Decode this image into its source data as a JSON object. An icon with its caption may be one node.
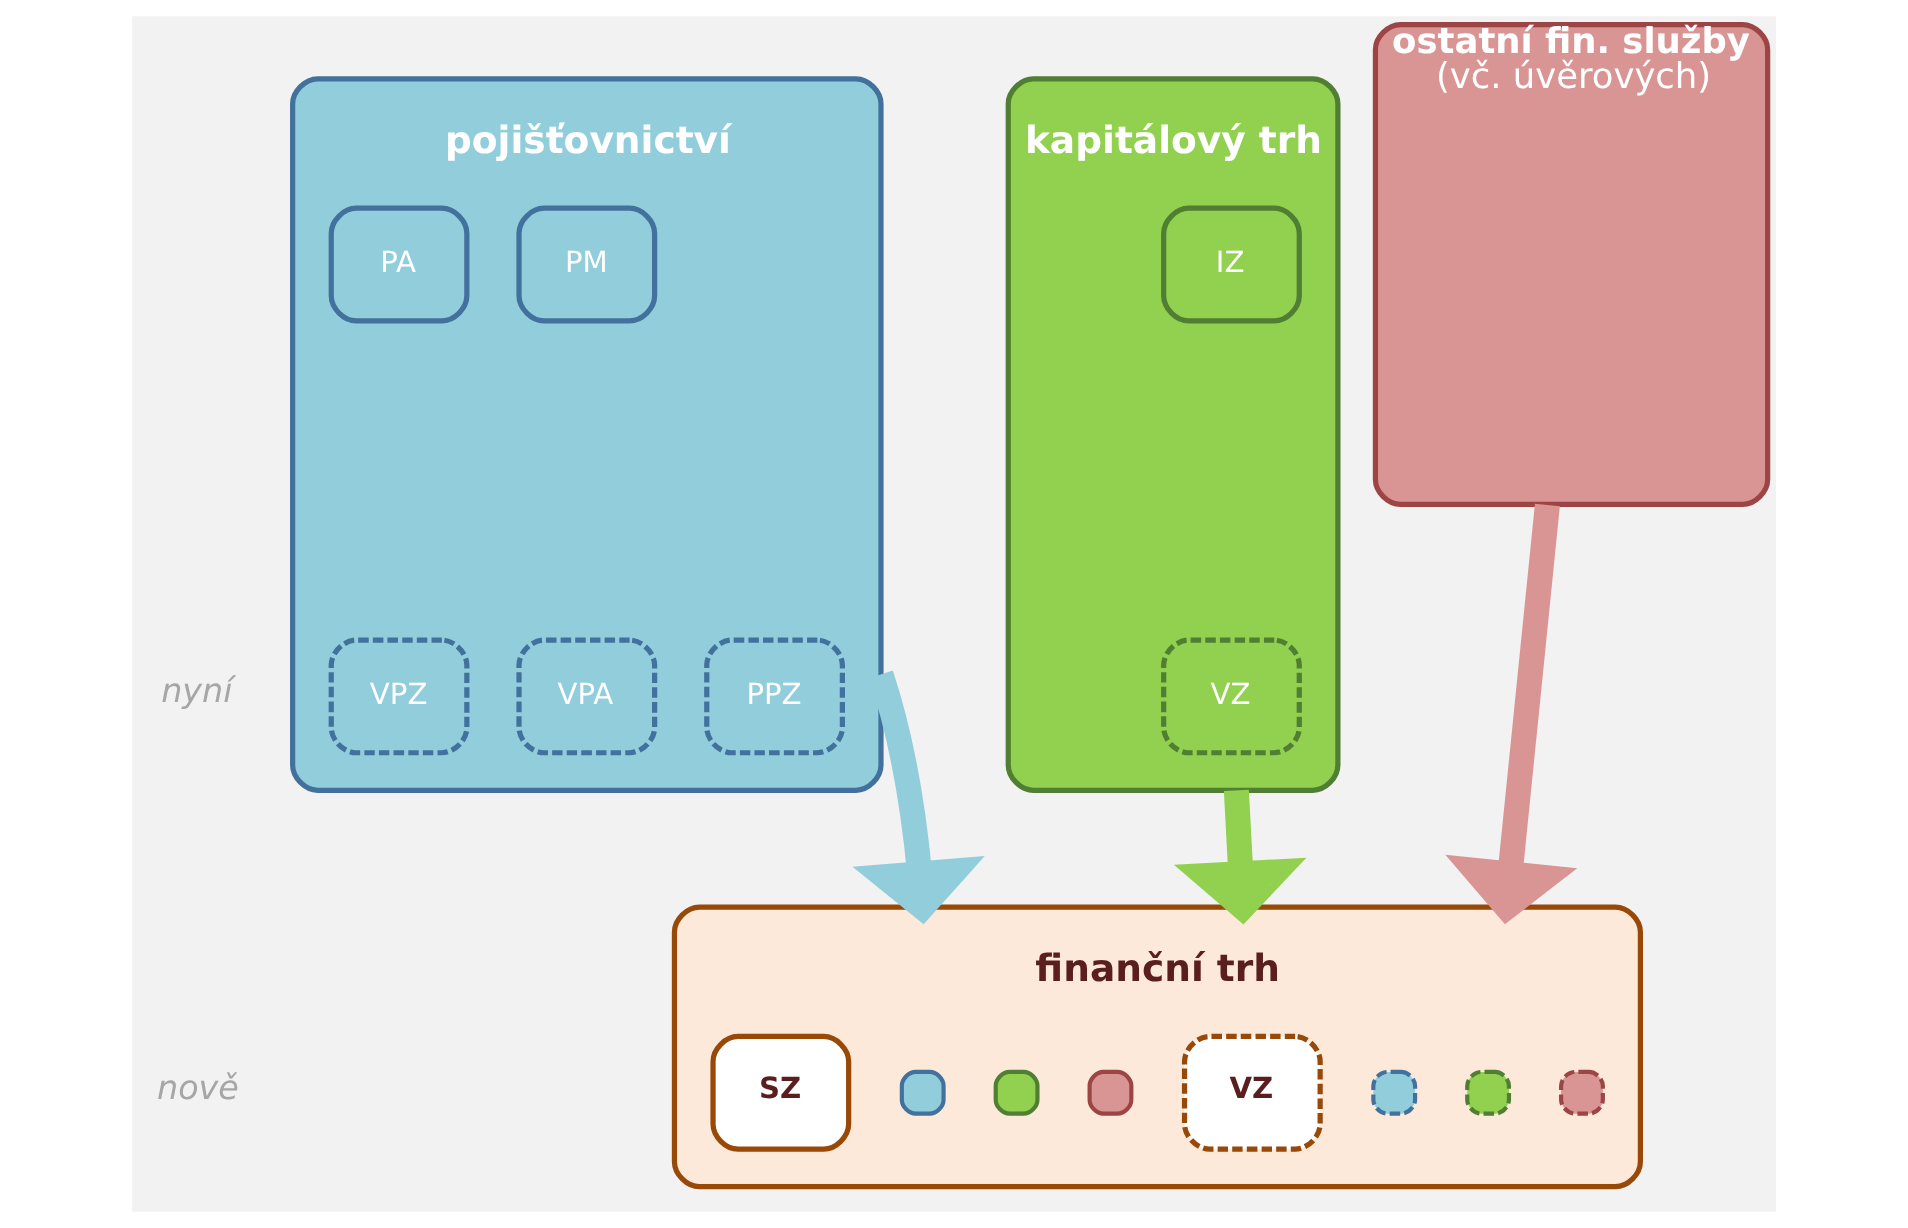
{
  "diagram": {
    "nodes": [
      {
        "text": [
          "pojišťovnictví"
        ]
      },
      {
        "text": [
          "PM"
        ],
        "in": 0
      },
      {
        "text": [
          "PA"
        ],
        "in": 0
      },
      {
        "text": [
          "VPA"
        ],
        "in": 0
      },
      {
        "text": [
          "VPZ"
        ],
        "in": 0
      },
      {
        "text": [
          "PPZ"
        ],
        "in": 0
      },
      {
        "text": [
          "kapitálový trh"
        ]
      },
      {
        "text": [
          "IZ"
        ],
        "in": 6
      },
      {
        "text": [
          "VZ"
        ],
        "in": 6
      },
      {
        "text": [
          "ostatní fin. služby",
          "(vč. úvěrových)"
        ]
      },
      {
        "text": [
          "finanční trh"
        ]
      },
      {
        "text": [
          "SZ"
        ],
        "in": 10
      },
      {
        "text": [],
        "shape": "box",
        "in": 10
      },
      {
        "text": [],
        "shape": "box",
        "in": 10
      },
      {
        "text": [],
        "shape": "box",
        "in": 10
      },
      {
        "text": [
          "VZ"
        ],
        "in": 10
      },
      {
        "text": [],
        "shape": "box",
        "in": 10
      },
      {
        "text": [],
        "shape": "box",
        "in": 10
      },
      {
        "text": [],
        "shape": "box",
        "in": 10
      }
    ],
    "edges": [
      {
        "from": 0,
        "to": 10,
        "arrow": "to",
        "color": "#92cddc"
      },
      {
        "from": 6,
        "to": 10,
        "arrow": "to",
        "color": "#92d050"
      },
      {
        "from": 9,
        "to": 10,
        "arrow": "to",
        "color": "#d99594"
      }
    ],
    "labels": [
      "nyní",
      "nově"
    ]
  }
}
